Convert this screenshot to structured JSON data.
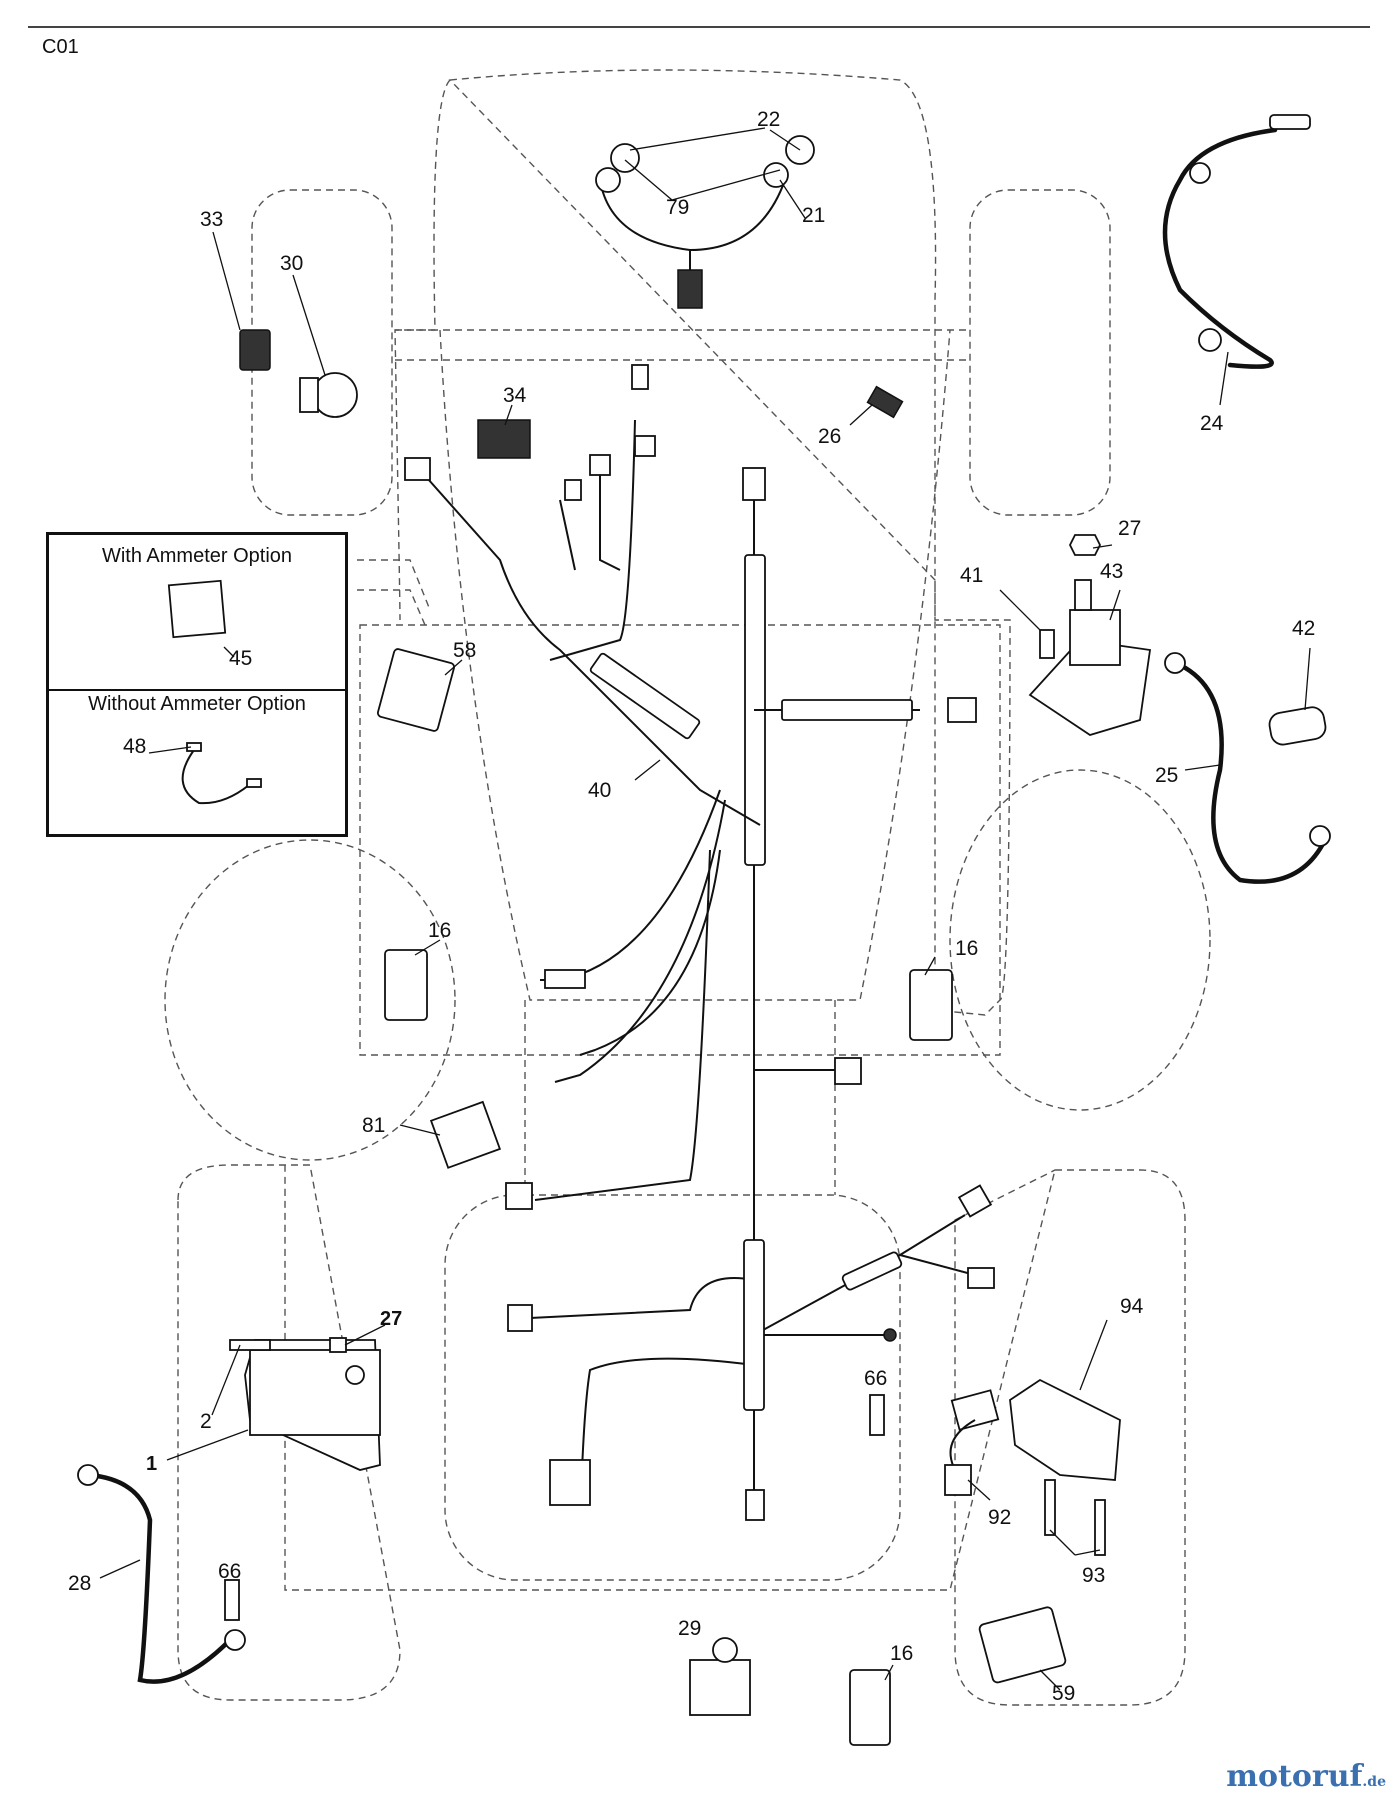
{
  "page_code": "C01",
  "option_box": {
    "with_title": "With Ammeter Option",
    "without_title": "Without Ammeter Option"
  },
  "labels": {
    "l1": "1",
    "l2": "2",
    "l16a": "16",
    "l16b": "16",
    "l16c": "16",
    "l21": "21",
    "l22": "22",
    "l24": "24",
    "l25": "25",
    "l26": "26",
    "l27a": "27",
    "l27b": "27",
    "l28": "28",
    "l29": "29",
    "l30": "30",
    "l33": "33",
    "l34": "34",
    "l40": "40",
    "l41": "41",
    "l42": "42",
    "l43": "43",
    "l45": "45",
    "l48": "48",
    "l58": "58",
    "l59": "59",
    "l66a": "66",
    "l66b": "66",
    "l79": "79",
    "l81": "81",
    "l92": "92",
    "l93": "93",
    "l94": "94"
  },
  "watermark": {
    "name": "motoruf",
    "suffix": ".de"
  }
}
